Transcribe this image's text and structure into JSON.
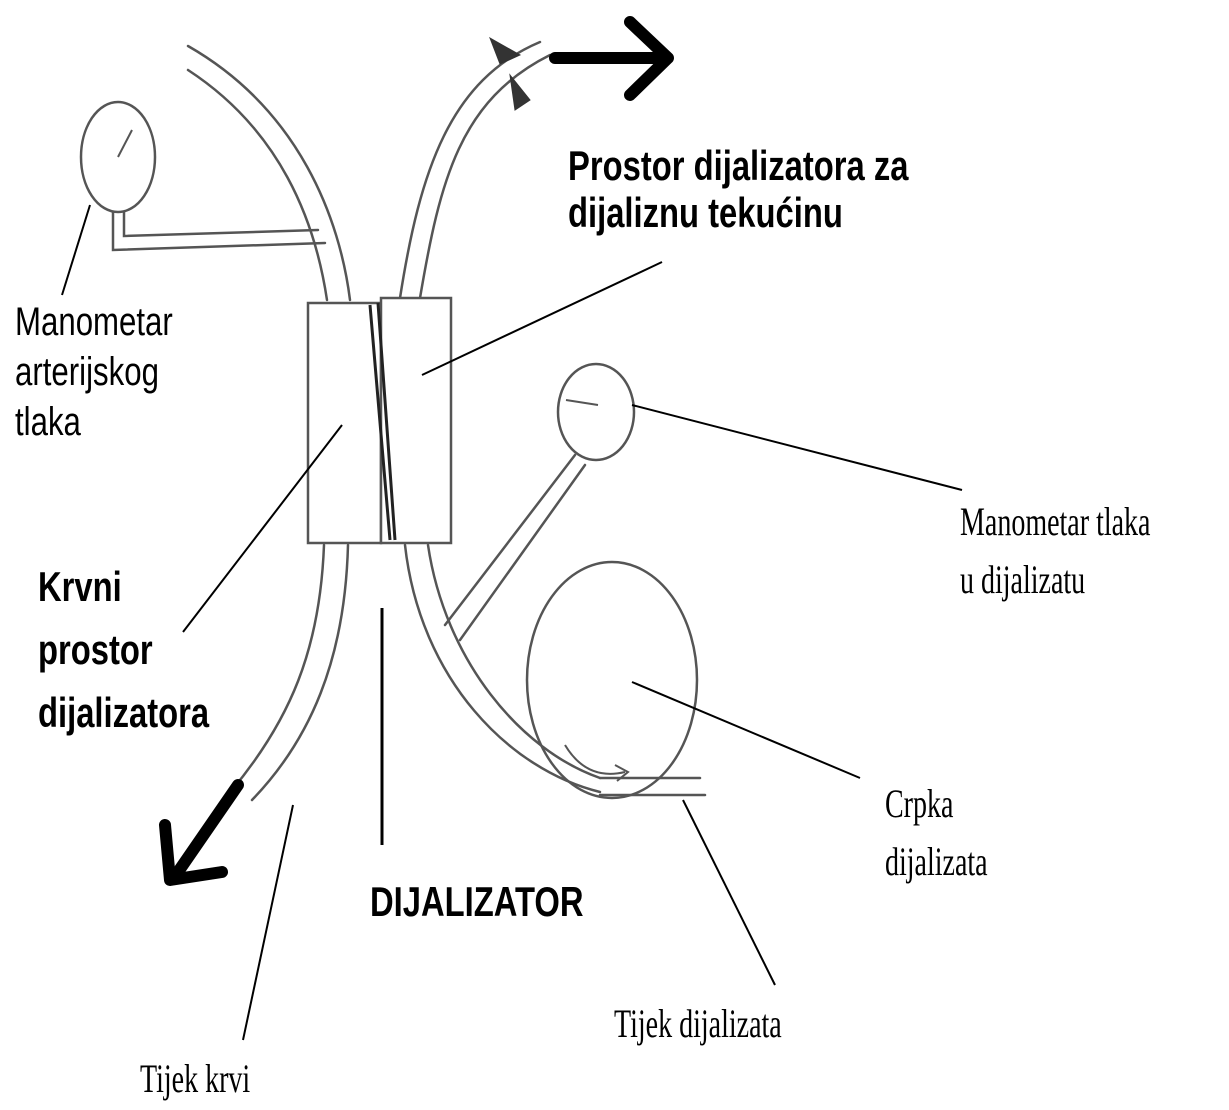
{
  "labels": {
    "dialysate_compartment": [
      "Prostor dijalizatora za",
      "dijaliznu tekućinu"
    ],
    "arterial_manometer": [
      "Manometar",
      "arterijskog",
      "tlaka"
    ],
    "blood_compartment": [
      "Krvni",
      "prostor",
      "dijalizatora"
    ],
    "dialysate_pressure_manometer": [
      "Manometar tlaka",
      "u dijalizatu"
    ],
    "dialysate_pump": [
      "Crpka",
      "dijalizata"
    ],
    "dialyzer": "DIJALIZATOR",
    "dialysate_flow": "Tijek dijalizata",
    "blood_flow": "Tijek krvi"
  },
  "colors": {
    "ink": "#000000",
    "tube": "#555555",
    "background": "#ffffff"
  }
}
